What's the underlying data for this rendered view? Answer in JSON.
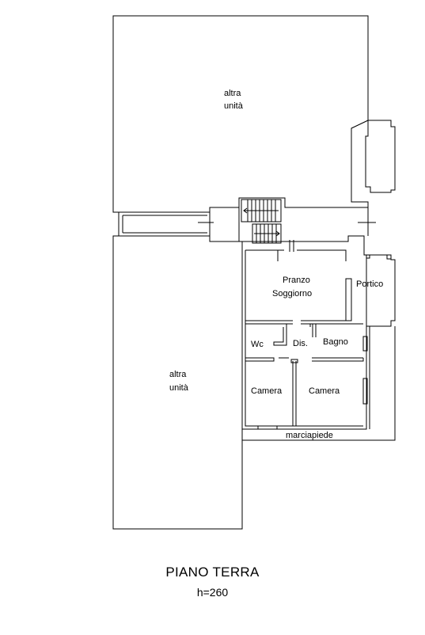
{
  "plan": {
    "title": "PIANO TERRA",
    "height_note": "h=260"
  },
  "rooms": {
    "upper_unit_line1": "altra",
    "upper_unit_line2": "unità",
    "lower_unit_line1": "altra",
    "lower_unit_line2": "unità",
    "living_line1": "Pranzo",
    "living_line2": "Soggiorno",
    "porch": "Portico",
    "wc": "Wc",
    "hall": "Dis.",
    "bath": "Bagno",
    "bedroom_left": "Camera",
    "bedroom_right": "Camera",
    "sidewalk": "marciapiede"
  }
}
